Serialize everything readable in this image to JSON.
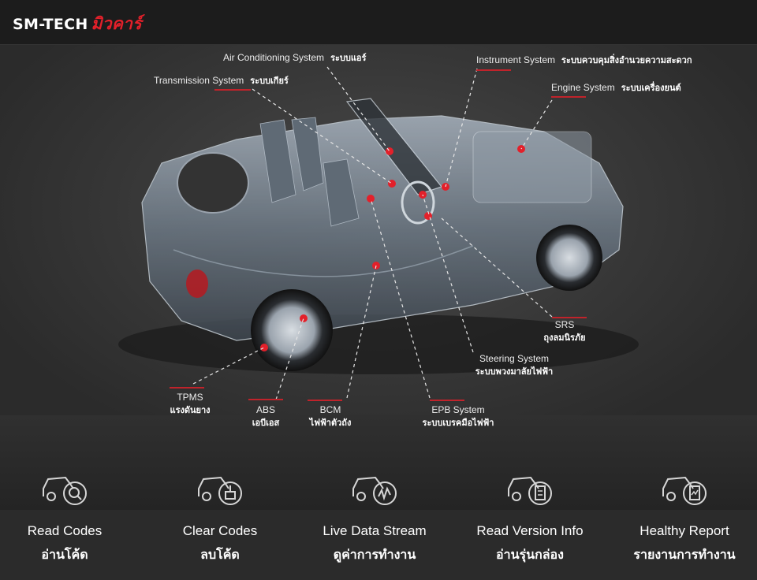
{
  "header": {
    "brand_en": "SM-TECH",
    "brand_th": "มิวคาร์",
    "brand_color": "#e3202a"
  },
  "systems": [
    {
      "en": "Air Conditioning System",
      "th": "ระบบแอร์"
    },
    {
      "en": "Transmission System",
      "th": "ระบบเกียร์"
    },
    {
      "en": "Instrument System",
      "th": "ระบบควบคุมสิ่งอำนวยความสะดวก"
    },
    {
      "en": "Engine System",
      "th": "ระบบเครื่องยนต์"
    },
    {
      "en": "SRS",
      "th": "ถุงลมนิรภัย"
    },
    {
      "en": "Steering System",
      "th": "ระบบพวงมาลัยไฟฟ้า"
    },
    {
      "en": "TPMS",
      "th": "แรงดันยาง"
    },
    {
      "en": "ABS",
      "th": "เอบีเอส"
    },
    {
      "en": "BCM",
      "th": "ไฟฟ้าตัวถัง"
    },
    {
      "en": "EPB System",
      "th": "ระบบเบรคมือไฟฟ้า"
    }
  ],
  "features": [
    {
      "en": "Read Codes",
      "th": "อ่านโค้ด",
      "icon": "car-magnifier-icon"
    },
    {
      "en": "Clear Codes",
      "th": "ลบโค้ด",
      "icon": "car-brush-icon"
    },
    {
      "en": "Live Data Stream",
      "th": "ดูค่าการทำงาน",
      "icon": "car-waveform-icon"
    },
    {
      "en": "Read Version Info",
      "th": "อ่านรุ่นกล่อง",
      "icon": "car-document-icon"
    },
    {
      "en": "Healthy Report",
      "th": "รายงานการทำงาน",
      "icon": "car-report-icon"
    }
  ],
  "colors": {
    "accent": "#c0232b",
    "background": "#2b2b2b",
    "header_bg": "#1c1c1c"
  }
}
